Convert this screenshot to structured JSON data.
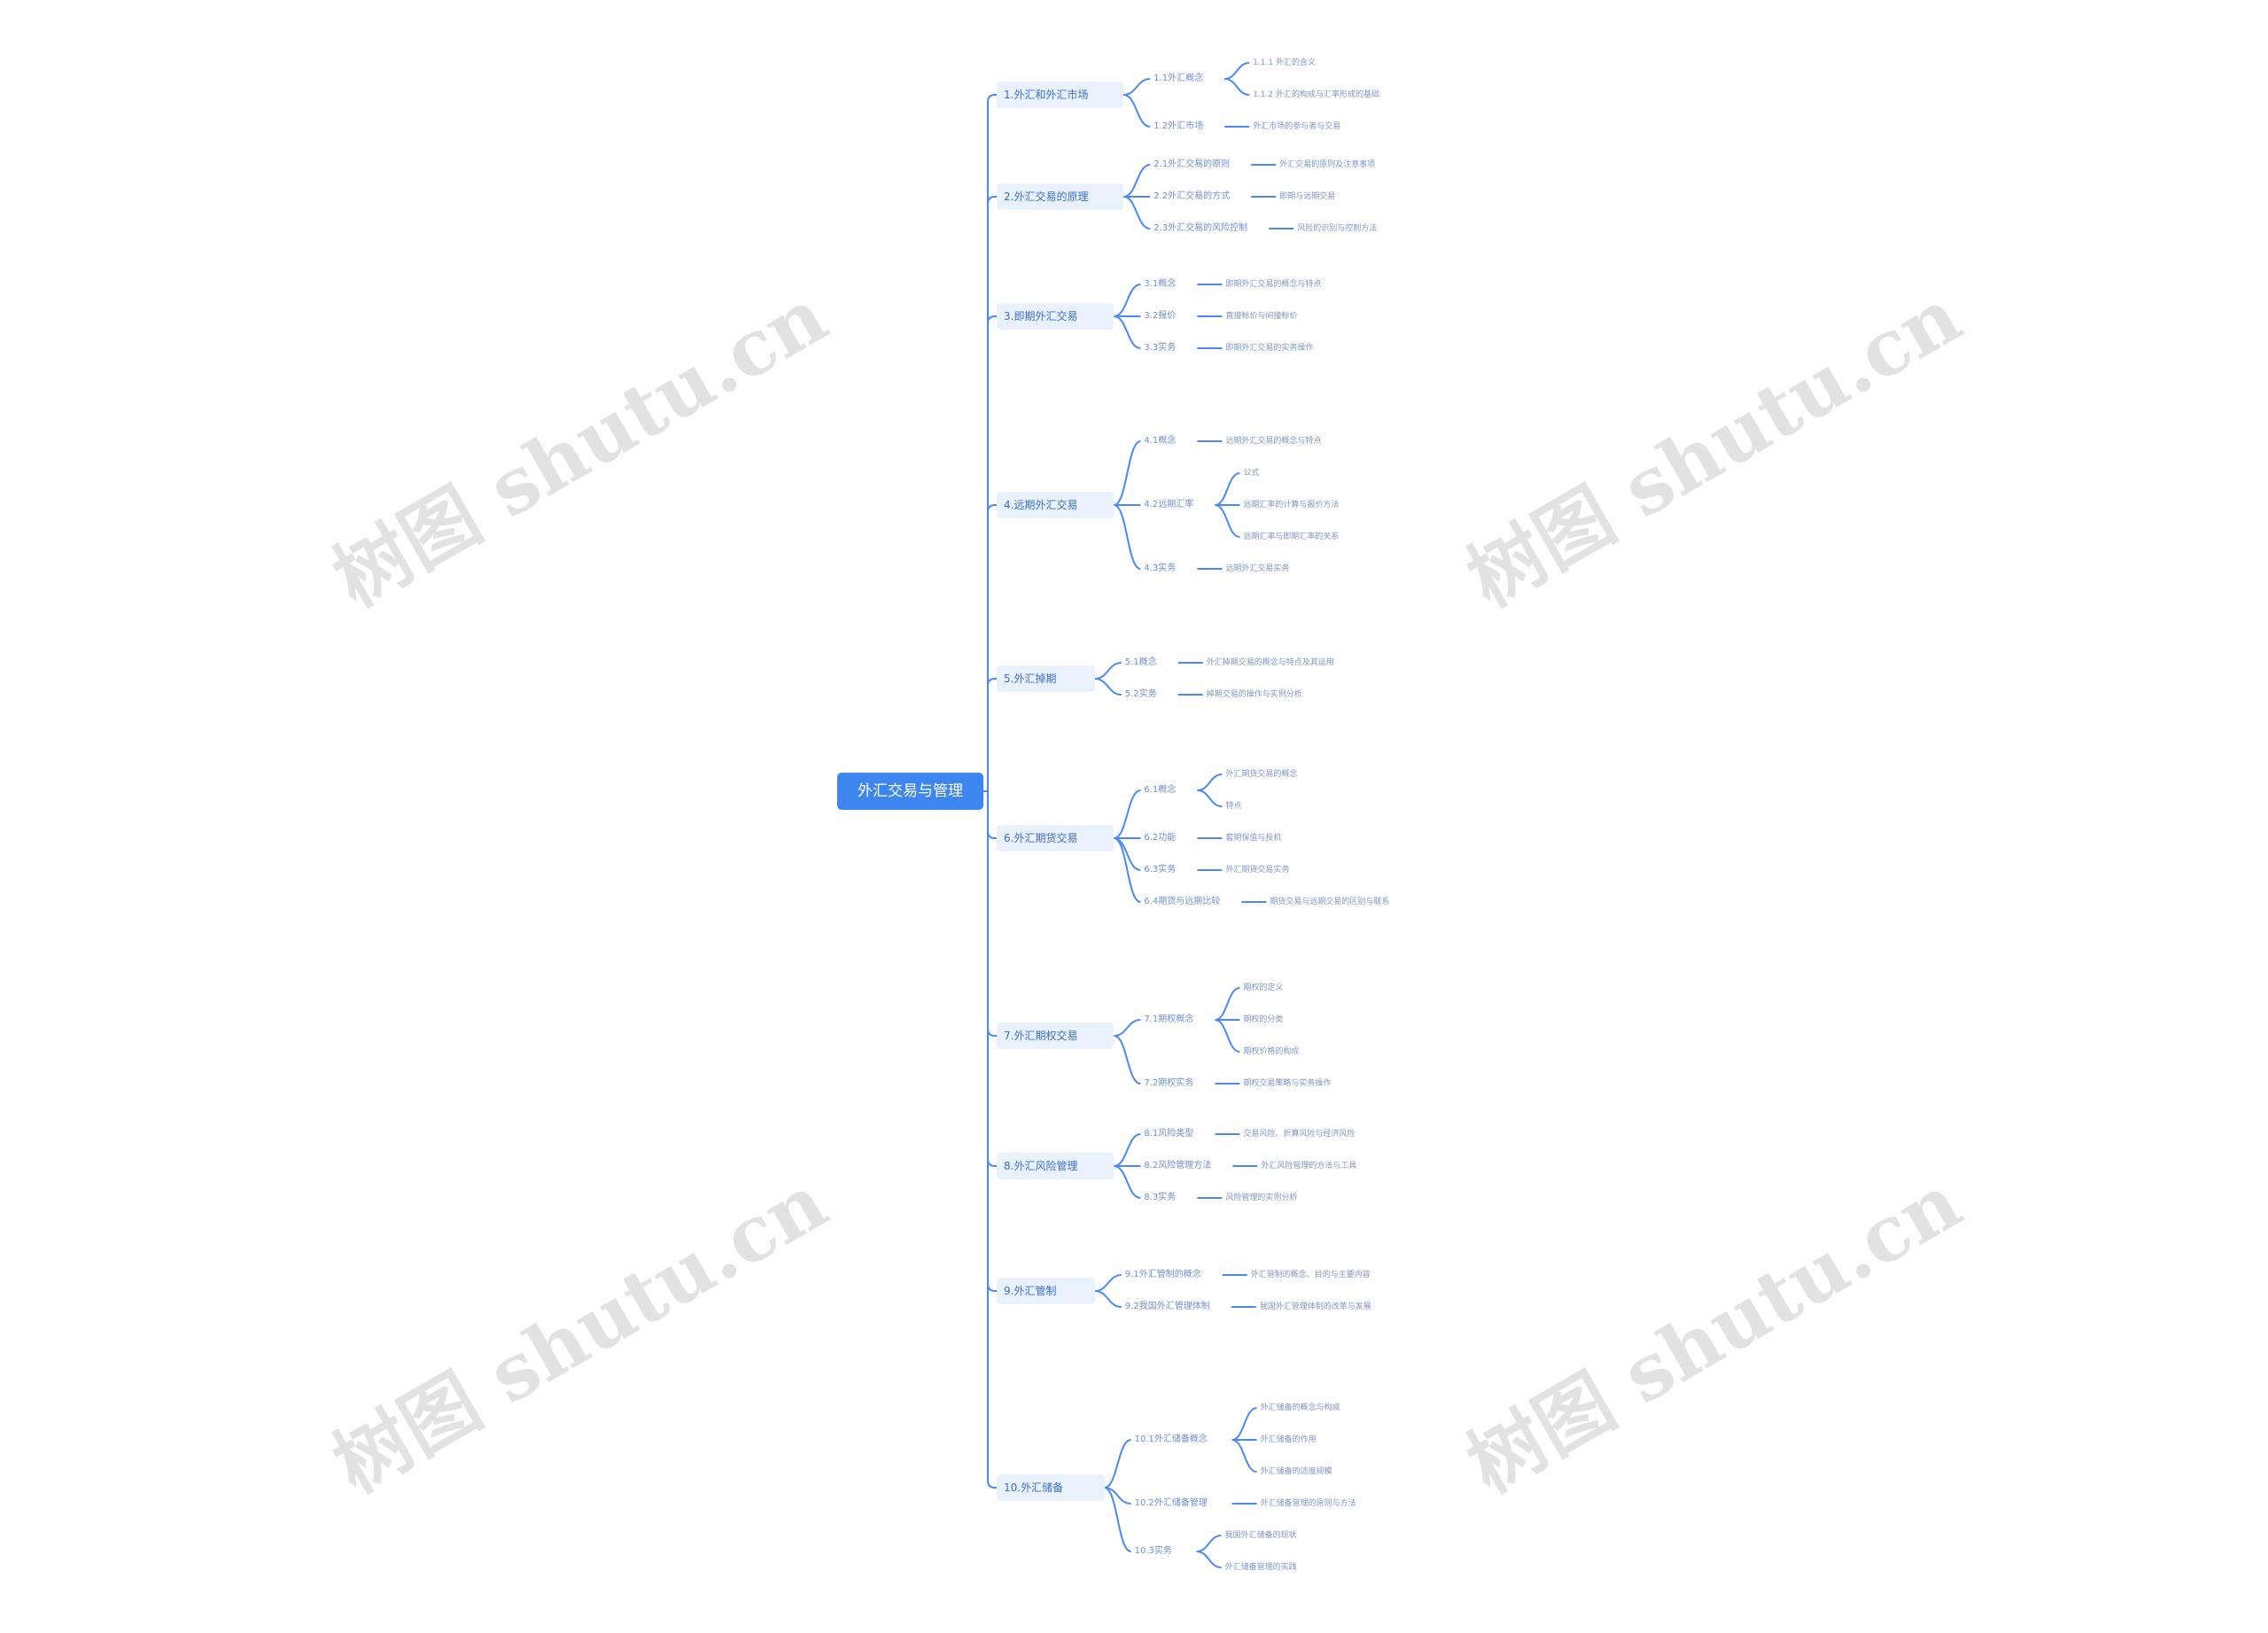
{
  "root": "外汇交易与管理",
  "watermark": "树图 shutu.cn",
  "branches": [
    {
      "label": "1.外汇和外汇市场",
      "children": [
        {
          "label": "1.1外汇概念",
          "leaves": [
            "1.1.1 外汇的含义",
            "1.1.2 外汇的构成与汇率形成的基础"
          ]
        },
        {
          "label": "1.2外汇市场",
          "leaves": [
            "外汇市场的参与者与交易"
          ]
        }
      ]
    },
    {
      "label": "2.外汇交易的原理",
      "children": [
        {
          "label": "2.1外汇交易的原则",
          "leaves": [
            "外汇交易的原则及注意事项"
          ]
        },
        {
          "label": "2.2外汇交易的方式",
          "leaves": [
            "即期与远期交易"
          ]
        },
        {
          "label": "2.3外汇交易的风险控制",
          "leaves": [
            "风险的识别与控制方法"
          ]
        }
      ]
    },
    {
      "label": "3.即期外汇交易",
      "children": [
        {
          "label": "3.1概念",
          "leaves": [
            "即期外汇交易的概念与特点"
          ]
        },
        {
          "label": "3.2报价",
          "leaves": [
            "直接标价与间接标价"
          ]
        },
        {
          "label": "3.3实务",
          "leaves": [
            "即期外汇交易的实务操作"
          ]
        }
      ]
    },
    {
      "label": "4.远期外汇交易",
      "children": [
        {
          "label": "4.1概念",
          "leaves": [
            "远期外汇交易的概念与特点"
          ]
        },
        {
          "label": "4.2远期汇率",
          "leaves": [
            "公式",
            "远期汇率的计算与报价方法",
            "远期汇率与即期汇率的关系"
          ]
        },
        {
          "label": "4.3实务",
          "leaves": [
            "远期外汇交易实务"
          ]
        }
      ]
    },
    {
      "label": "5.外汇掉期",
      "children": [
        {
          "label": "5.1概念",
          "leaves": [
            "外汇掉期交易的概念与特点及其运用"
          ]
        },
        {
          "label": "5.2实务",
          "leaves": [
            "掉期交易的操作与实例分析"
          ]
        }
      ]
    },
    {
      "label": "6.外汇期货交易",
      "children": [
        {
          "label": "6.1概念",
          "leaves": [
            "外汇期货交易的概念",
            "特点"
          ]
        },
        {
          "label": "6.2功能",
          "leaves": [
            "套期保值与投机"
          ]
        },
        {
          "label": "6.3实务",
          "leaves": [
            "外汇期货交易实务"
          ]
        },
        {
          "label": "6.4期货与远期比较",
          "leaves": [
            "期货交易与远期交易的区别与联系"
          ]
        }
      ]
    },
    {
      "label": "7.外汇期权交易",
      "children": [
        {
          "label": "7.1期权概念",
          "leaves": [
            "期权的定义",
            "期权的分类",
            "期权价格的构成"
          ]
        },
        {
          "label": "7.2期权实务",
          "leaves": [
            "期权交易策略与实务操作"
          ]
        }
      ]
    },
    {
      "label": "8.外汇风险管理",
      "children": [
        {
          "label": "8.1风险类型",
          "leaves": [
            "交易风险、折算风险与经济风险"
          ]
        },
        {
          "label": "8.2风险管理方法",
          "leaves": [
            "外汇风险管理的方法与工具"
          ]
        },
        {
          "label": "8.3实务",
          "leaves": [
            "风险管理的实例分析"
          ]
        }
      ]
    },
    {
      "label": "9.外汇管制",
      "children": [
        {
          "label": "9.1外汇管制的概念",
          "leaves": [
            "外汇管制的概念、目的与主要内容"
          ]
        },
        {
          "label": "9.2我国外汇管理体制",
          "leaves": [
            "我国外汇管理体制的改革与发展"
          ]
        }
      ]
    },
    {
      "label": "10.外汇储备",
      "children": [
        {
          "label": "10.1外汇储备概念",
          "leaves": [
            "外汇储备的概念与构成",
            "外汇储备的作用",
            "外汇储备的适度规模"
          ]
        },
        {
          "label": "10.2外汇储备管理",
          "leaves": [
            "外汇储备管理的原则与方法"
          ]
        },
        {
          "label": "10.3实务",
          "leaves": [
            "我国外汇储备的现状",
            "外汇储备管理的实践"
          ]
        }
      ]
    }
  ]
}
